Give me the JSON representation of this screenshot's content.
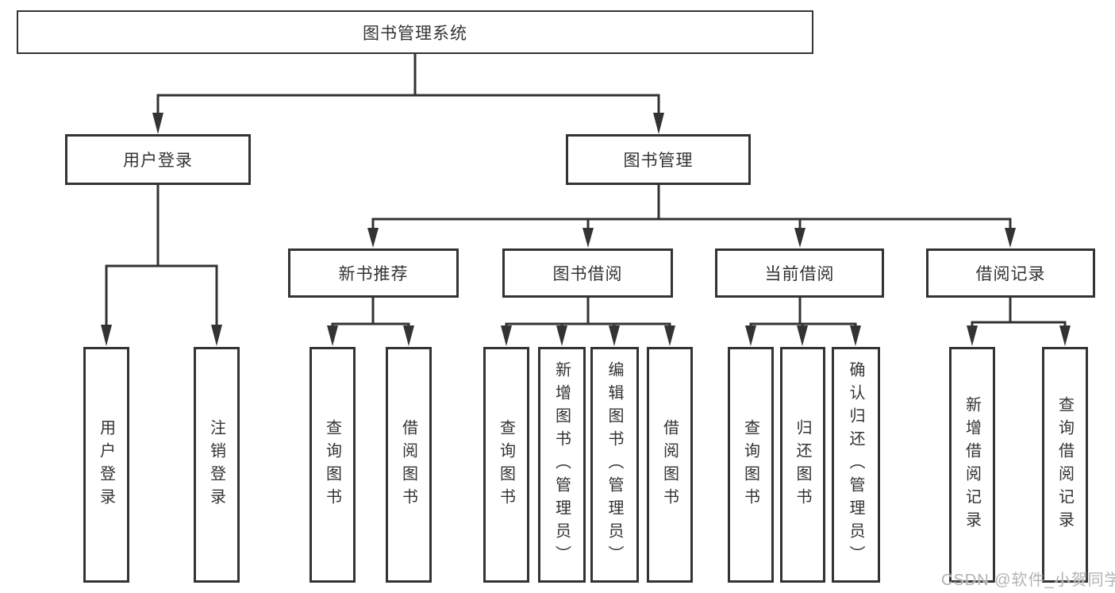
{
  "diagram_title": "图书管理系统",
  "tree": {
    "root": {
      "label": "图书管理系统",
      "children": [
        {
          "label": "用户登录",
          "children": [
            {
              "label": "用户登录"
            },
            {
              "label": "注销登录"
            }
          ]
        },
        {
          "label": "图书管理",
          "children": [
            {
              "label": "新书推荐",
              "children": [
                {
                  "label": "查询图书"
                },
                {
                  "label": "借阅图书"
                }
              ]
            },
            {
              "label": "图书借阅",
              "children": [
                {
                  "label": "查询图书"
                },
                {
                  "label": "新增图书（管理员）"
                },
                {
                  "label": "编辑图书（管理员）"
                },
                {
                  "label": "借阅图书"
                }
              ]
            },
            {
              "label": "当前借阅",
              "children": [
                {
                  "label": "查询图书"
                },
                {
                  "label": "归还图书"
                },
                {
                  "label": "确认归还（管理员）"
                }
              ]
            },
            {
              "label": "借阅记录",
              "children": [
                {
                  "label": "新增借阅记录"
                },
                {
                  "label": "查询借阅记录"
                }
              ]
            }
          ]
        }
      ]
    }
  },
  "watermark": {
    "text": "CSDN @软件_小贺同学"
  },
  "colors": {
    "line": "#333333",
    "box_border": "#333333",
    "text": "#333333",
    "watermark": "#b3b3b3",
    "background": "#ffffff"
  }
}
